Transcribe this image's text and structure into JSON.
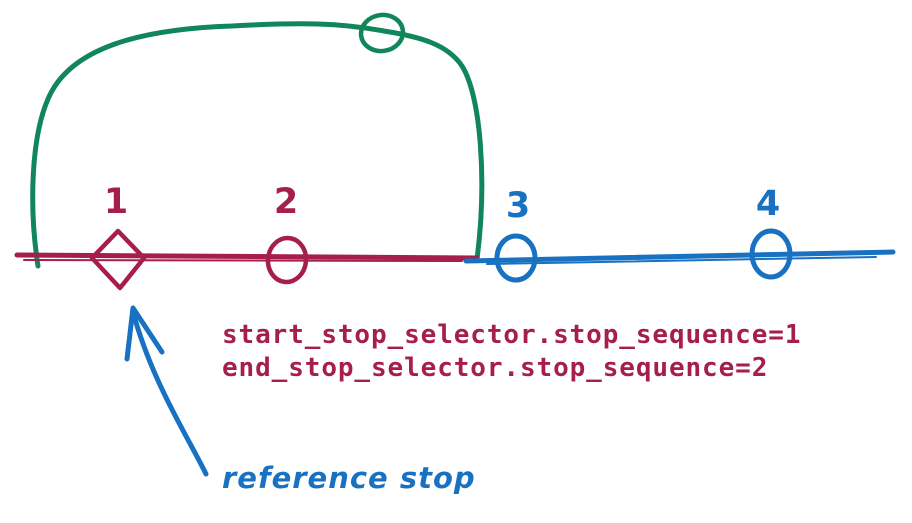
{
  "colors": {
    "crimson": "#a61e4d",
    "blue": "#1971c2",
    "green": "#11865b",
    "background": "#ffffff"
  },
  "stops": [
    {
      "label": "1",
      "shape": "diamond",
      "color": "#a61e4d",
      "segment": "start"
    },
    {
      "label": "2",
      "shape": "circle",
      "color": "#a61e4d",
      "segment": "start"
    },
    {
      "label": "3",
      "shape": "circle",
      "color": "#1971c2",
      "segment": "end"
    },
    {
      "label": "4",
      "shape": "circle",
      "color": "#1971c2",
      "segment": "end"
    }
  ],
  "annotations": {
    "selector_lines": {
      "line1": "start_stop_selector.stop_sequence=1",
      "line2": "end_stop_selector.stop_sequence=2"
    },
    "reference_stop_label": "reference stop"
  }
}
